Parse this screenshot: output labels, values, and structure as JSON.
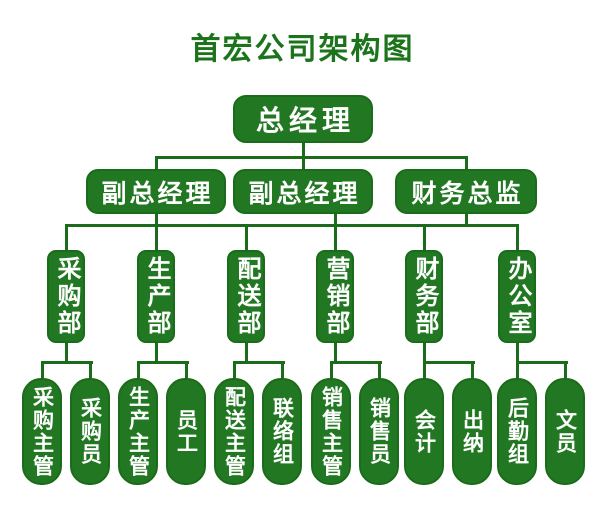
{
  "title": "首宏公司架构图",
  "colors": {
    "background": "#ffffff",
    "title_text": "#1b741b",
    "node_fill": "#227822",
    "node_border": "#1a6c1a",
    "node_text": "#ffffff",
    "connector_line": "#1a6c1a"
  },
  "org": {
    "root": {
      "label": "总经理"
    },
    "level2": [
      {
        "label": "副总经理"
      },
      {
        "label": "副总经理"
      },
      {
        "label": "财务总监"
      }
    ],
    "departments": [
      {
        "label": "采购部",
        "children": [
          {
            "label": "采购主管"
          },
          {
            "label": "采购员"
          }
        ]
      },
      {
        "label": "生产部",
        "children": [
          {
            "label": "生产主管"
          },
          {
            "label": "员工"
          }
        ]
      },
      {
        "label": "配送部",
        "children": [
          {
            "label": "配送主管"
          },
          {
            "label": "联络组"
          }
        ]
      },
      {
        "label": "营销部",
        "children": [
          {
            "label": "销售主管"
          },
          {
            "label": "销售员"
          }
        ]
      },
      {
        "label": "财务部",
        "children": [
          {
            "label": "会计"
          },
          {
            "label": "出纳"
          }
        ]
      },
      {
        "label": "办公室",
        "children": [
          {
            "label": "后勤组"
          },
          {
            "label": "文员"
          }
        ]
      }
    ]
  }
}
